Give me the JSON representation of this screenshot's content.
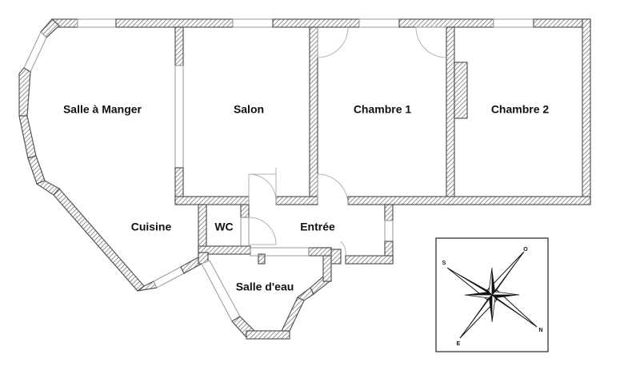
{
  "rooms": {
    "salle_a_manger": "Salle à Manger",
    "salon": "Salon",
    "chambre_1": "Chambre 1",
    "chambre_2": "Chambre 2",
    "cuisine": "Cuisine",
    "wc": "WC",
    "entree": "Entrée",
    "salle_d_eau": "Salle d'eau"
  },
  "compass": {
    "north": "N",
    "south": "S",
    "east": "E",
    "west": "O"
  },
  "colors": {
    "wall_stroke": "#555555",
    "hatch": "#666666",
    "window": "#9a9a9a",
    "compass_dark": "#111111"
  }
}
